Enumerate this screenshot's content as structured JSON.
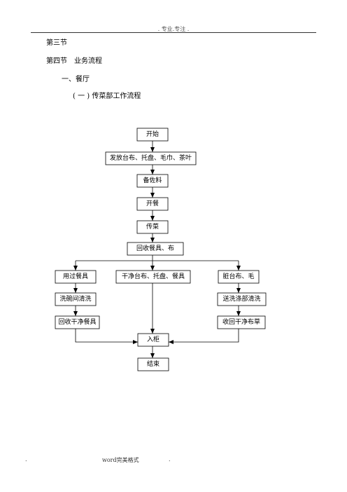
{
  "header": {
    "text": ". 专业.专注 ."
  },
  "headings": {
    "section3": "第三节",
    "section4": "第四节　业务流程",
    "part1": "一、餐厅",
    "sub1": "( 一 ) 传菜部工作流程"
  },
  "flow": {
    "start": "开始",
    "distribute": "发放台布、托盘、毛巾、茶叶",
    "prepare": "备佐料",
    "open": "开餐",
    "serve": "传菜",
    "collect": "回收餐具、布",
    "used": "用过餐具",
    "clean_supplies": "干净台布、托盘、餐具",
    "dirty_cloth": "脏台布、毛",
    "dish_wash": "洗碗间清洗",
    "laundry": "送洗涤部清洗",
    "collect_clean": "回收干净餐具",
    "collect_cloth": "收回干净布草",
    "store": "入柜",
    "end": "结束"
  },
  "footer": {
    "left": ".",
    "center": "word完美格式",
    "right": "."
  }
}
